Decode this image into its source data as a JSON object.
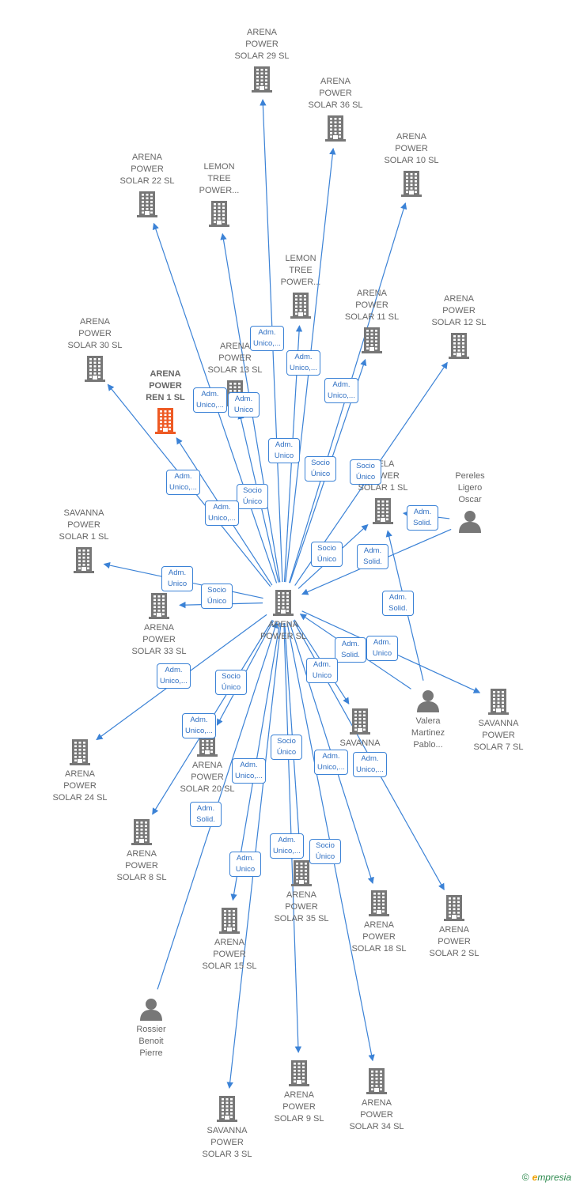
{
  "colors": {
    "edge": "#3b82d6",
    "node": "#777777",
    "focus": "#ee5a24",
    "label": "#666666"
  },
  "icons": {
    "company": "building-icon",
    "person": "person-icon"
  },
  "nodes": [
    {
      "id": "center",
      "label": "ARENA\nPOWER  SL",
      "type": "company"
    },
    {
      "id": "s29",
      "label": "ARENA\nPOWER\nSOLAR 29  SL",
      "type": "company"
    },
    {
      "id": "s36",
      "label": "ARENA\nPOWER\nSOLAR 36  SL",
      "type": "company"
    },
    {
      "id": "s10",
      "label": "ARENA\nPOWER\nSOLAR 10  SL",
      "type": "company"
    },
    {
      "id": "s22",
      "label": "ARENA\nPOWER\nSOLAR 22  SL",
      "type": "company"
    },
    {
      "id": "lt1",
      "label": "LEMON\nTREE\nPOWER...",
      "type": "company"
    },
    {
      "id": "lt2",
      "label": "LEMON\nTREE\nPOWER...",
      "type": "company"
    },
    {
      "id": "s11",
      "label": "ARENA\nPOWER\nSOLAR 11  SL",
      "type": "company"
    },
    {
      "id": "s12",
      "label": "ARENA\nPOWER\nSOLAR 12  SL",
      "type": "company"
    },
    {
      "id": "s30",
      "label": "ARENA\nPOWER\nSOLAR 30  SL",
      "type": "company"
    },
    {
      "id": "s13",
      "label": "ARENA\nPOWER\nSOLAR 13  SL",
      "type": "company"
    },
    {
      "id": "ren1",
      "label": "ARENA\nPOWER\nREN 1  SL",
      "type": "company",
      "focus": true
    },
    {
      "id": "cela",
      "label": "CELA\nPOWER\nSOLAR 1  SL",
      "type": "company"
    },
    {
      "id": "pereles",
      "label": "Pereles\nLigero\nOscar",
      "type": "person"
    },
    {
      "id": "sv1",
      "label": "SAVANNA\nPOWER\nSOLAR 1  SL",
      "type": "company"
    },
    {
      "id": "s33",
      "label": "ARENA\nPOWER\nSOLAR 33  SL",
      "type": "company"
    },
    {
      "id": "valera",
      "label": "Valera\nMartinez\nPablo...",
      "type": "person"
    },
    {
      "id": "sv7",
      "label": "SAVANNA\nPOWER\nSOLAR 7  SL",
      "type": "company"
    },
    {
      "id": "s24",
      "label": "ARENA\nPOWER\nSOLAR 24  SL",
      "type": "company"
    },
    {
      "id": "s20",
      "label": "ARENA\nPOWER\nSOLAR 20  SL",
      "type": "company"
    },
    {
      "id": "sv2",
      "label": "SAVANNA",
      "type": "company"
    },
    {
      "id": "s8",
      "label": "ARENA\nPOWER\nSOLAR 8  SL",
      "type": "company"
    },
    {
      "id": "s35",
      "label": "ARENA\nPOWER\nSOLAR 35  SL",
      "type": "company"
    },
    {
      "id": "s18",
      "label": "ARENA\nPOWER\nSOLAR 18  SL",
      "type": "company"
    },
    {
      "id": "s2",
      "label": "ARENA\nPOWER\nSOLAR 2  SL",
      "type": "company"
    },
    {
      "id": "s15",
      "label": "ARENA\nPOWER\nSOLAR 15  SL",
      "type": "company"
    },
    {
      "id": "rossier",
      "label": "Rossier\nBenoit\nPierre",
      "type": "person"
    },
    {
      "id": "s9",
      "label": "ARENA\nPOWER\nSOLAR 9  SL",
      "type": "company"
    },
    {
      "id": "s34",
      "label": "ARENA\nPOWER\nSOLAR 34  SL",
      "type": "company"
    },
    {
      "id": "sv3",
      "label": "SAVANNA\nPOWER\nSOLAR 3  SL",
      "type": "company"
    }
  ],
  "edges": [
    {
      "from": "center",
      "to": "s29"
    },
    {
      "from": "center",
      "to": "s36"
    },
    {
      "from": "center",
      "to": "s10"
    },
    {
      "from": "center",
      "to": "s22"
    },
    {
      "from": "center",
      "to": "lt1"
    },
    {
      "from": "center",
      "to": "lt2"
    },
    {
      "from": "center",
      "to": "s11"
    },
    {
      "from": "center",
      "to": "s12"
    },
    {
      "from": "center",
      "to": "s30"
    },
    {
      "from": "center",
      "to": "s13"
    },
    {
      "from": "center",
      "to": "ren1"
    },
    {
      "from": "center",
      "to": "cela"
    },
    {
      "from": "center",
      "to": "sv1"
    },
    {
      "from": "center",
      "to": "s33"
    },
    {
      "from": "center",
      "to": "sv7"
    },
    {
      "from": "center",
      "to": "s24"
    },
    {
      "from": "center",
      "to": "s20"
    },
    {
      "from": "center",
      "to": "sv2"
    },
    {
      "from": "center",
      "to": "s8"
    },
    {
      "from": "center",
      "to": "s35"
    },
    {
      "from": "center",
      "to": "s18"
    },
    {
      "from": "center",
      "to": "s2"
    },
    {
      "from": "center",
      "to": "s15"
    },
    {
      "from": "center",
      "to": "s9"
    },
    {
      "from": "center",
      "to": "s34"
    },
    {
      "from": "center",
      "to": "sv3"
    },
    {
      "from": "pereles",
      "to": "center"
    },
    {
      "from": "pereles",
      "to": "cela"
    },
    {
      "from": "valera",
      "to": "center"
    },
    {
      "from": "valera",
      "to": "cela"
    },
    {
      "from": "rossier",
      "to": "center"
    }
  ],
  "relations": [
    "Adm.\nUnico,...",
    "Adm.\nUnico,...",
    "Adm.\nUnico,...",
    "Adm.\nUnico",
    "Adm.\nUnico,...",
    "Adm.\nUnico",
    "Socio\nÚnico",
    "Socio\nÚnico",
    "Adm.\nUnico,...",
    "Socio\nÚnico",
    "Adm.\nUnico,...",
    "Adm.\nSolid.",
    "Socio\nÚnico",
    "Adm.\nSolid.",
    "Adm.\nUnico",
    "Socio\nÚnico",
    "Adm.\nSolid.",
    "Adm.\nSolid.",
    "Adm.\nUnico",
    "Adm.\nUnico",
    "Adm.\nUnico,...",
    "Socio\nÚnico",
    "Adm.\nUnico,...",
    "Socio\nÚnico",
    "Adm.\nUnico,...",
    "Adm.\nUnico,...",
    "Adm.\nUnico,...",
    "Adm.\nSolid.",
    "Adm.\nUnico,...",
    "Socio\nÚnico",
    "Adm.\nUnico"
  ],
  "footer": {
    "copyright": "©",
    "brand_initial": "e",
    "brand_rest": "mpresia"
  }
}
